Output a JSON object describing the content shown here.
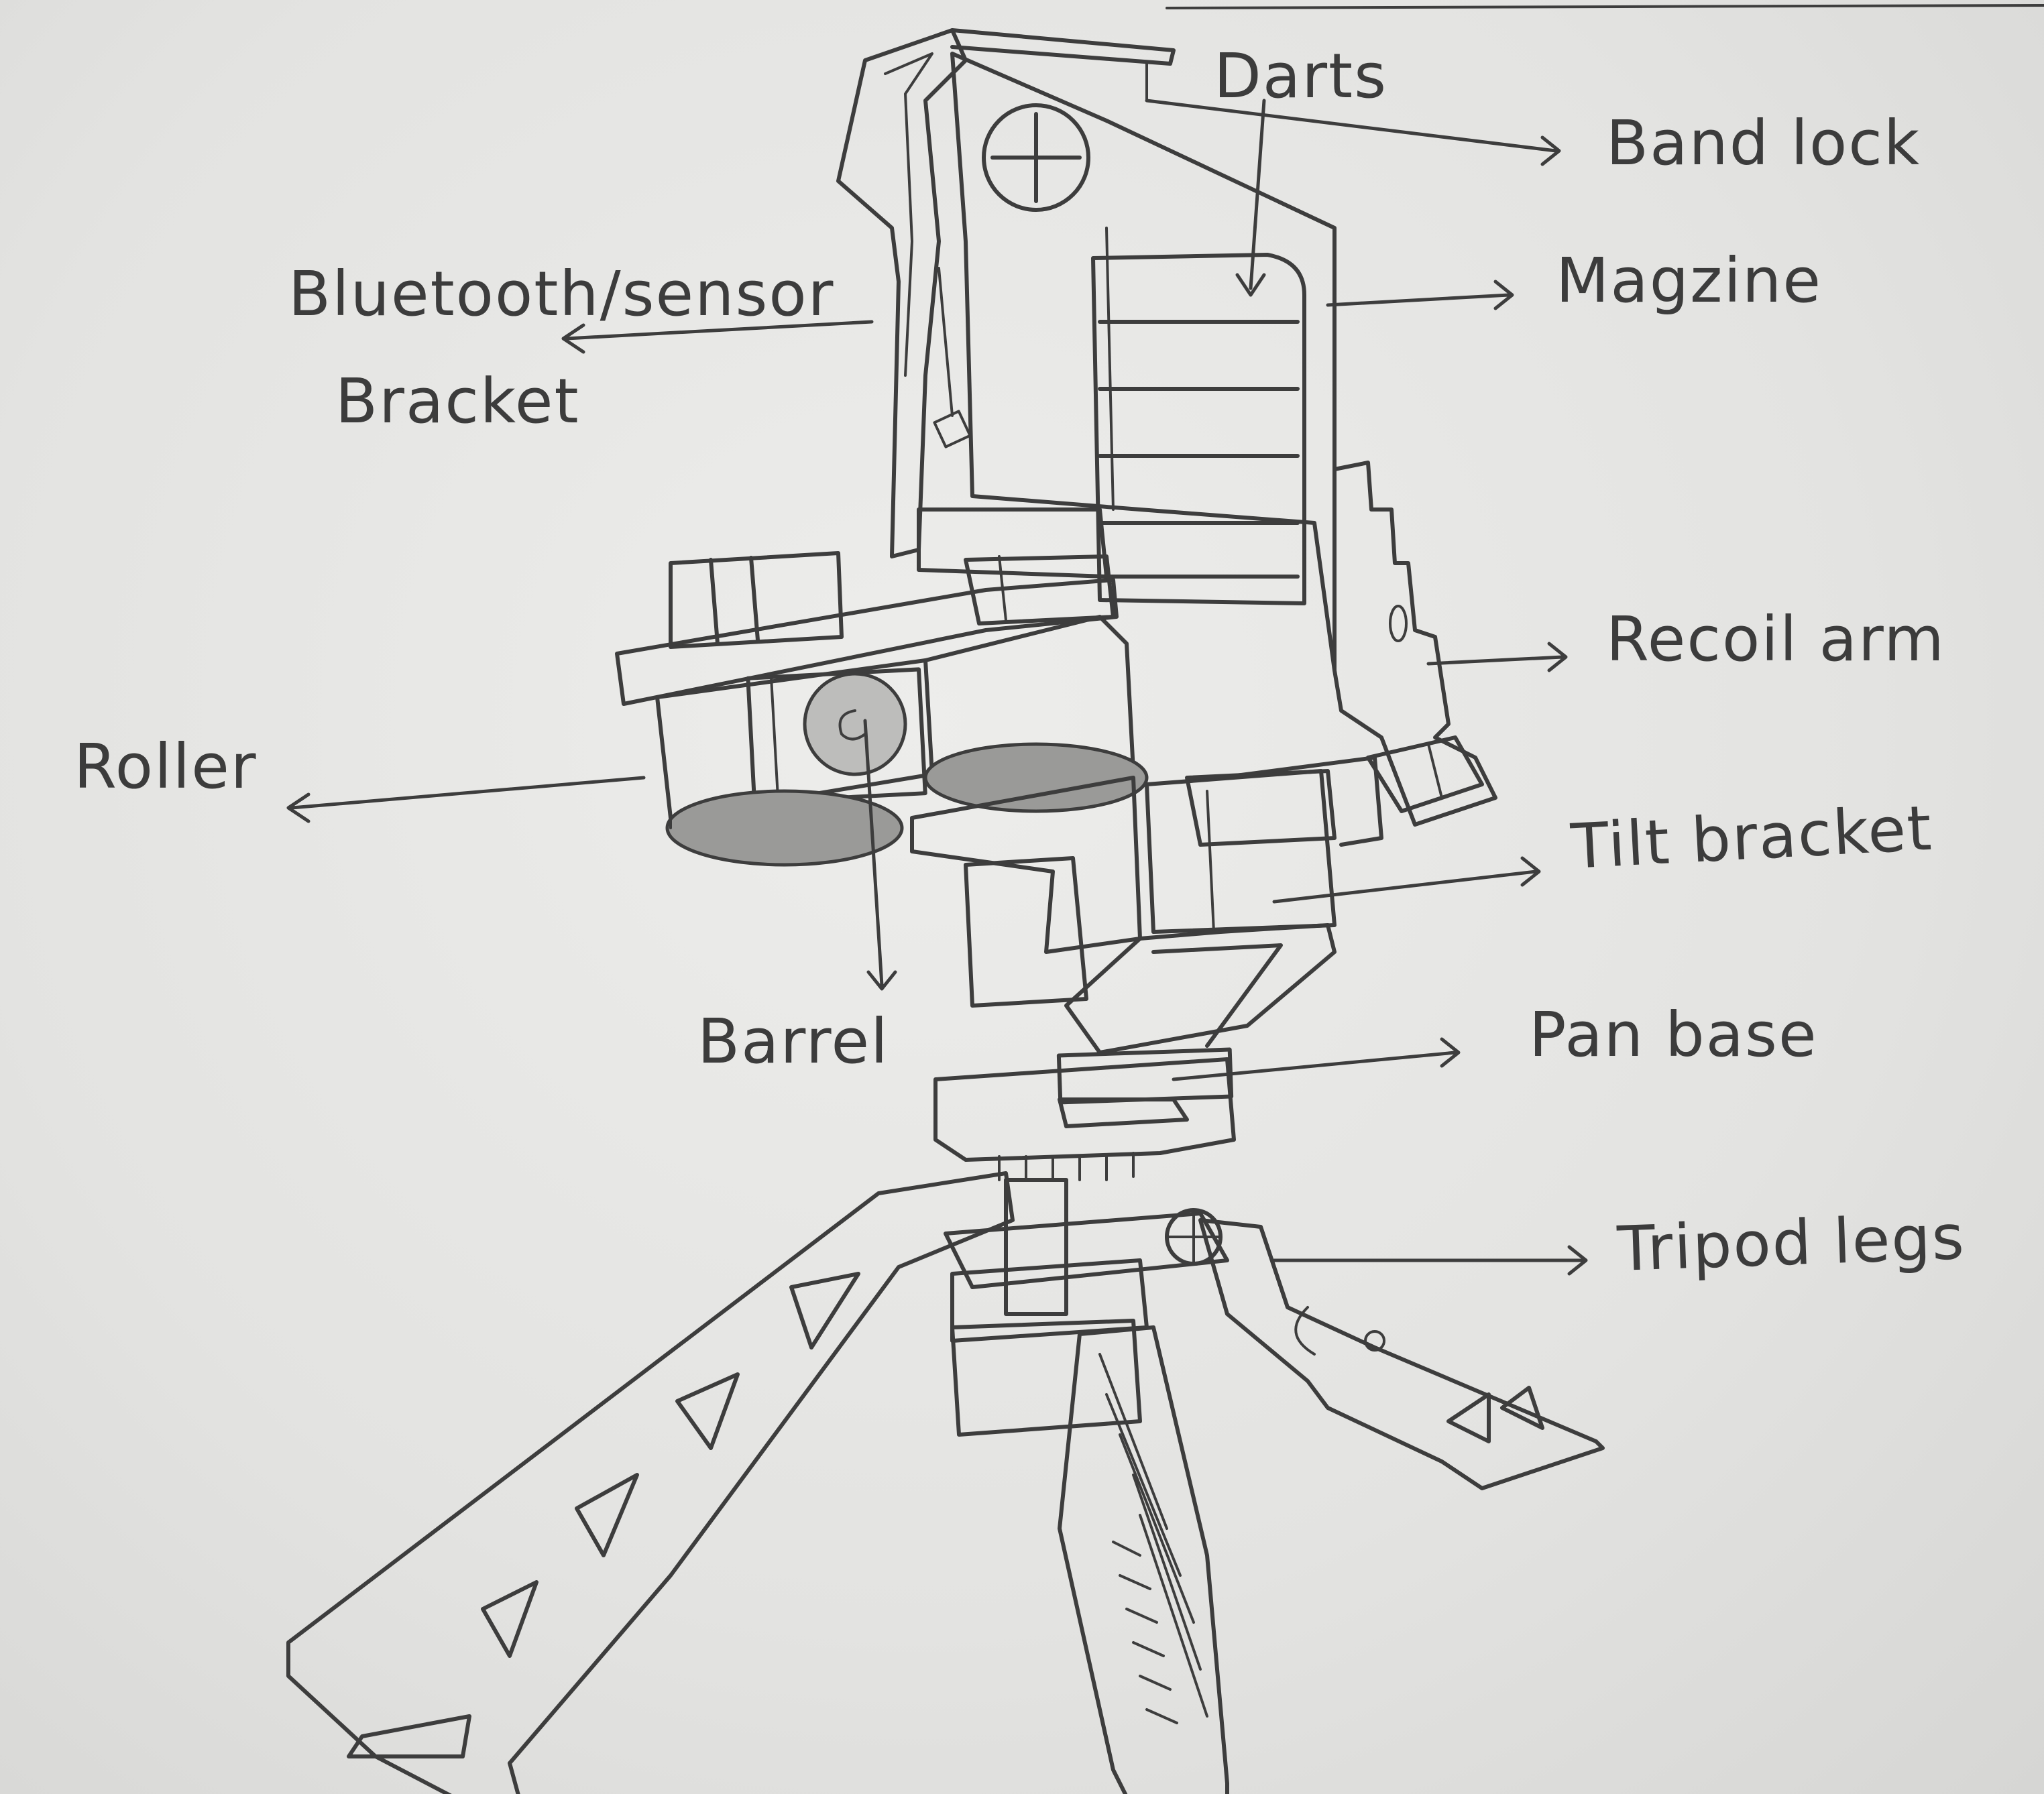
{
  "labels": {
    "darts": "Darts",
    "band_lock": "Band lock",
    "bluetooth_sensor": "Bluetooth/sensor",
    "bracket": "Bracket",
    "magazine": "Magzine",
    "recoil_arm": "Recoil arm",
    "roller": "Roller",
    "tilt_bracket": "Tilt bracket",
    "barrel": "Barrel",
    "pan_base": "Pan base",
    "tripod_legs": "Tripod legs"
  }
}
